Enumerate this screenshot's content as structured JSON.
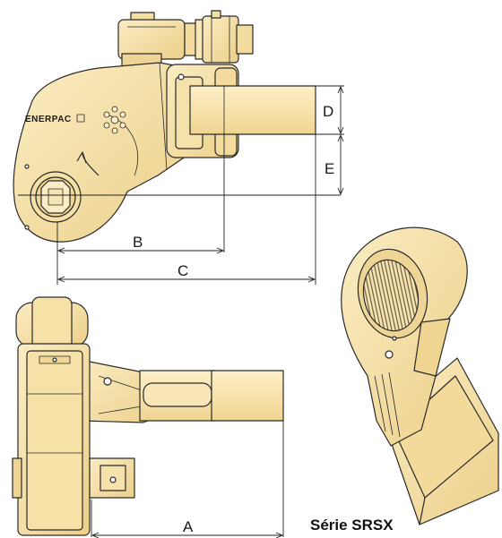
{
  "brand": "ENERPAC",
  "series_caption": "Série SRSX",
  "dimensions": {
    "a": "A",
    "b": "B",
    "c": "C",
    "d": "D",
    "e": "E"
  },
  "colors": {
    "body": "#f7e3ad",
    "body_dark": "#e9cf86",
    "outline": "#2a2a2a",
    "line": "#222222"
  }
}
